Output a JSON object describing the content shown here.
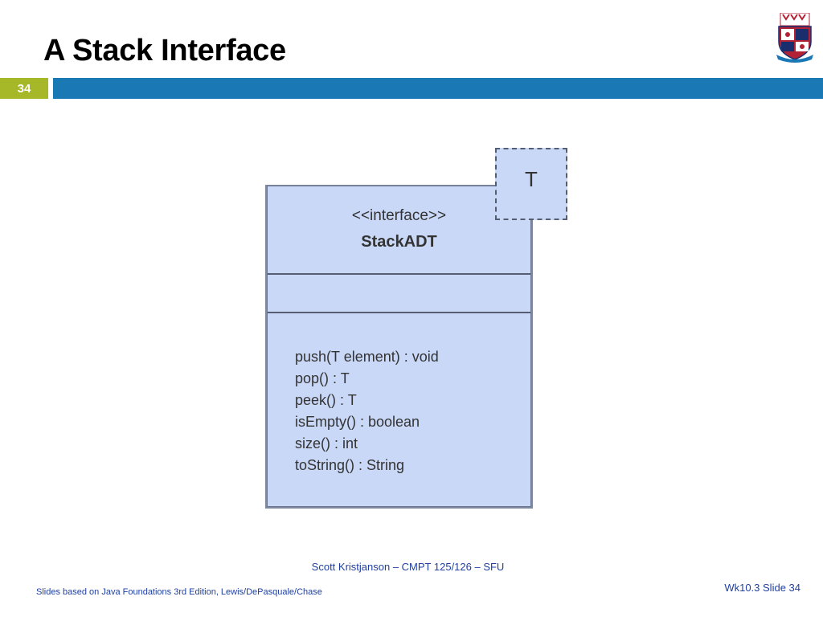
{
  "slide": {
    "title": "A Stack Interface",
    "number": "34"
  },
  "colors": {
    "accent_bar": "#1a78b5",
    "number_box": "#a6b727",
    "uml_fill": "#c9d8f7",
    "footer_text": "#1f3fa0"
  },
  "uml": {
    "stereotype": "<<interface>>",
    "class_name": "StackADT",
    "type_parameter": "T",
    "operations": [
      "push(T element) : void",
      "pop() : T",
      "peek() : T",
      "isEmpty() : boolean",
      "size() : int",
      "toString() : String"
    ]
  },
  "footer": {
    "author": "Scott Kristjanson – CMPT 125/126 – SFU",
    "credit": "Slides based on Java Foundations 3rd Edition, Lewis/DePasquale/Chase",
    "slide_ref": "Wk10.3 Slide 34"
  },
  "logo": "sfu-crest-icon"
}
